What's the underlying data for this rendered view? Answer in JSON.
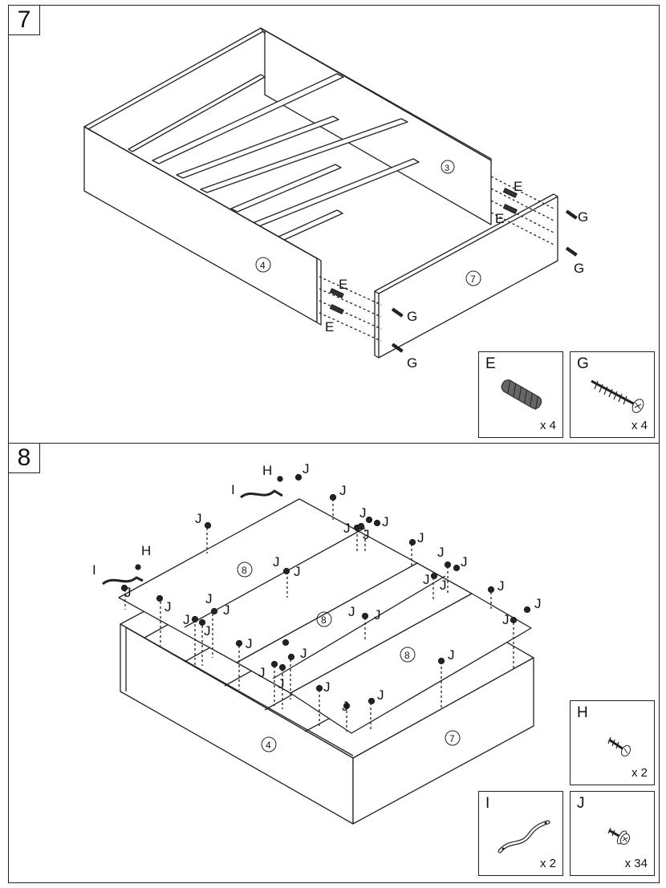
{
  "steps": [
    {
      "number": "7",
      "labels": {
        "part_3": "3",
        "part_4": "4",
        "part_7": "7",
        "dowel": "E",
        "screw": "G"
      },
      "legend": [
        {
          "letter": "E",
          "qty": "x 4",
          "icon": "dowel-icon"
        },
        {
          "letter": "G",
          "qty": "x 4",
          "icon": "screw-icon"
        }
      ]
    },
    {
      "number": "8",
      "labels": {
        "part_8": "8",
        "part_4": "4",
        "part_7": "7",
        "handle": "I",
        "handle_screw": "H",
        "small_screw": "J"
      },
      "legend": [
        {
          "letter": "H",
          "qty": "x 2",
          "icon": "short-screw-icon"
        },
        {
          "letter": "I",
          "qty": "x 2",
          "icon": "handle-strap-icon"
        },
        {
          "letter": "J",
          "qty": "x 34",
          "icon": "washer-screw-icon"
        }
      ]
    }
  ],
  "colors": {
    "line": "#222222",
    "background": "#ffffff"
  }
}
